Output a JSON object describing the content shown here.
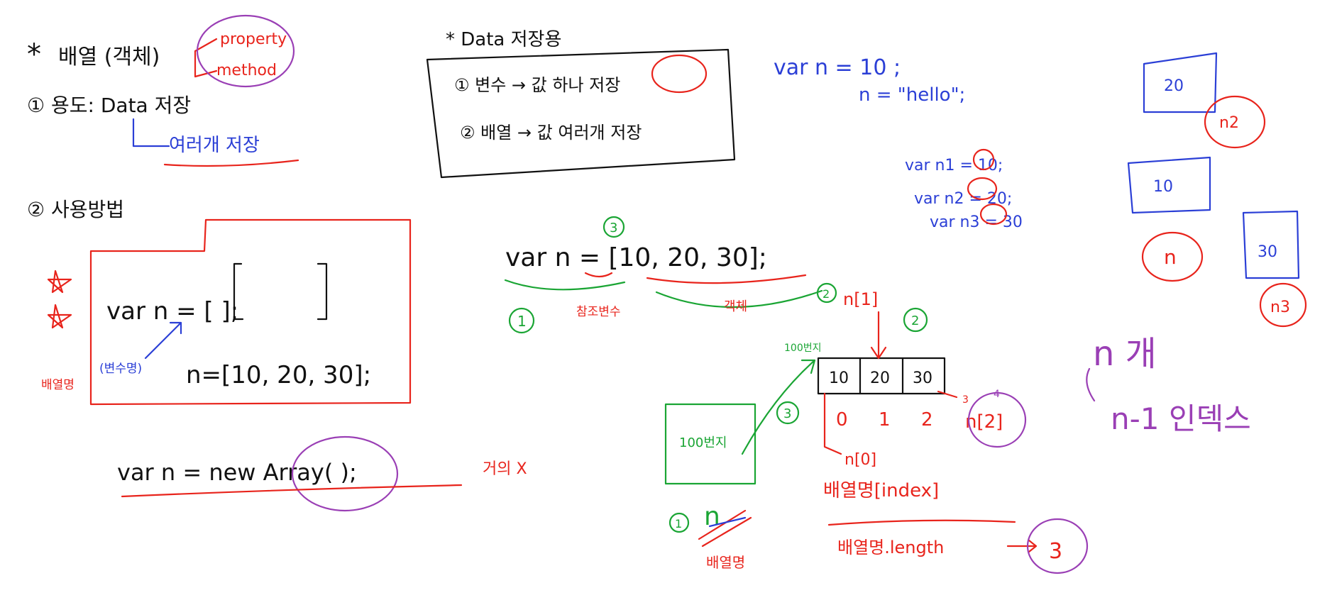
{
  "colors": {
    "black": "#111111",
    "red": "#e8241c",
    "blue": "#2b3fd6",
    "green": "#1aa534",
    "purple": "#9a3fb5"
  },
  "left": {
    "title_star": "*",
    "title": "배열 (객체)",
    "prop": "property",
    "method": "method",
    "usage": "① 용도: Data 저장",
    "usage_sub": "여러개 저장",
    "howto": "② 사용방법",
    "code1": "var n = [   ];",
    "code2": "n=[10, 20, 30];",
    "side_red": "배열명",
    "side_blue": "(변수명)",
    "code3": "var n = new Array( );",
    "code3_note": "거의 X"
  },
  "center": {
    "box_title": "* Data 저장용",
    "line1": "① 변수 → 값 하나 저장",
    "line2": "② 배열 → 값 여러개 저장",
    "decl": "var n = [10, 20, 30];",
    "mark1": "1",
    "mark3": "3",
    "mark2": "2",
    "ref": "참조변수",
    "obj": "객체",
    "addr_box": "100번지",
    "addr_label": "100번지",
    "cells": [
      "10",
      "20",
      "30"
    ],
    "idx": [
      "0",
      "1",
      "2"
    ],
    "n1": "n[1]",
    "n0": "n[0]",
    "n2": "n[2]",
    "three_small": "3",
    "four_small": "4",
    "circ2": "2",
    "circ3": "3",
    "circ1": "1",
    "n_green": "n",
    "arr_name": "배열명",
    "index_expr": "배열명[index]",
    "length_expr": "배열명.length",
    "length_val": "3"
  },
  "right": {
    "var1": "var n = 10 ;",
    "var2": "n = \"hello\";",
    "v1": "var n1 = 10;",
    "v2": "var n2 = 20;",
    "v3": "var n3 = 30",
    "b20": "20",
    "b10": "10",
    "b30": "30",
    "n2lbl": "n2",
    "n_lbl": "n",
    "n3lbl": "n3",
    "ngae": "n 개",
    "range": "n-1 인덱스"
  }
}
